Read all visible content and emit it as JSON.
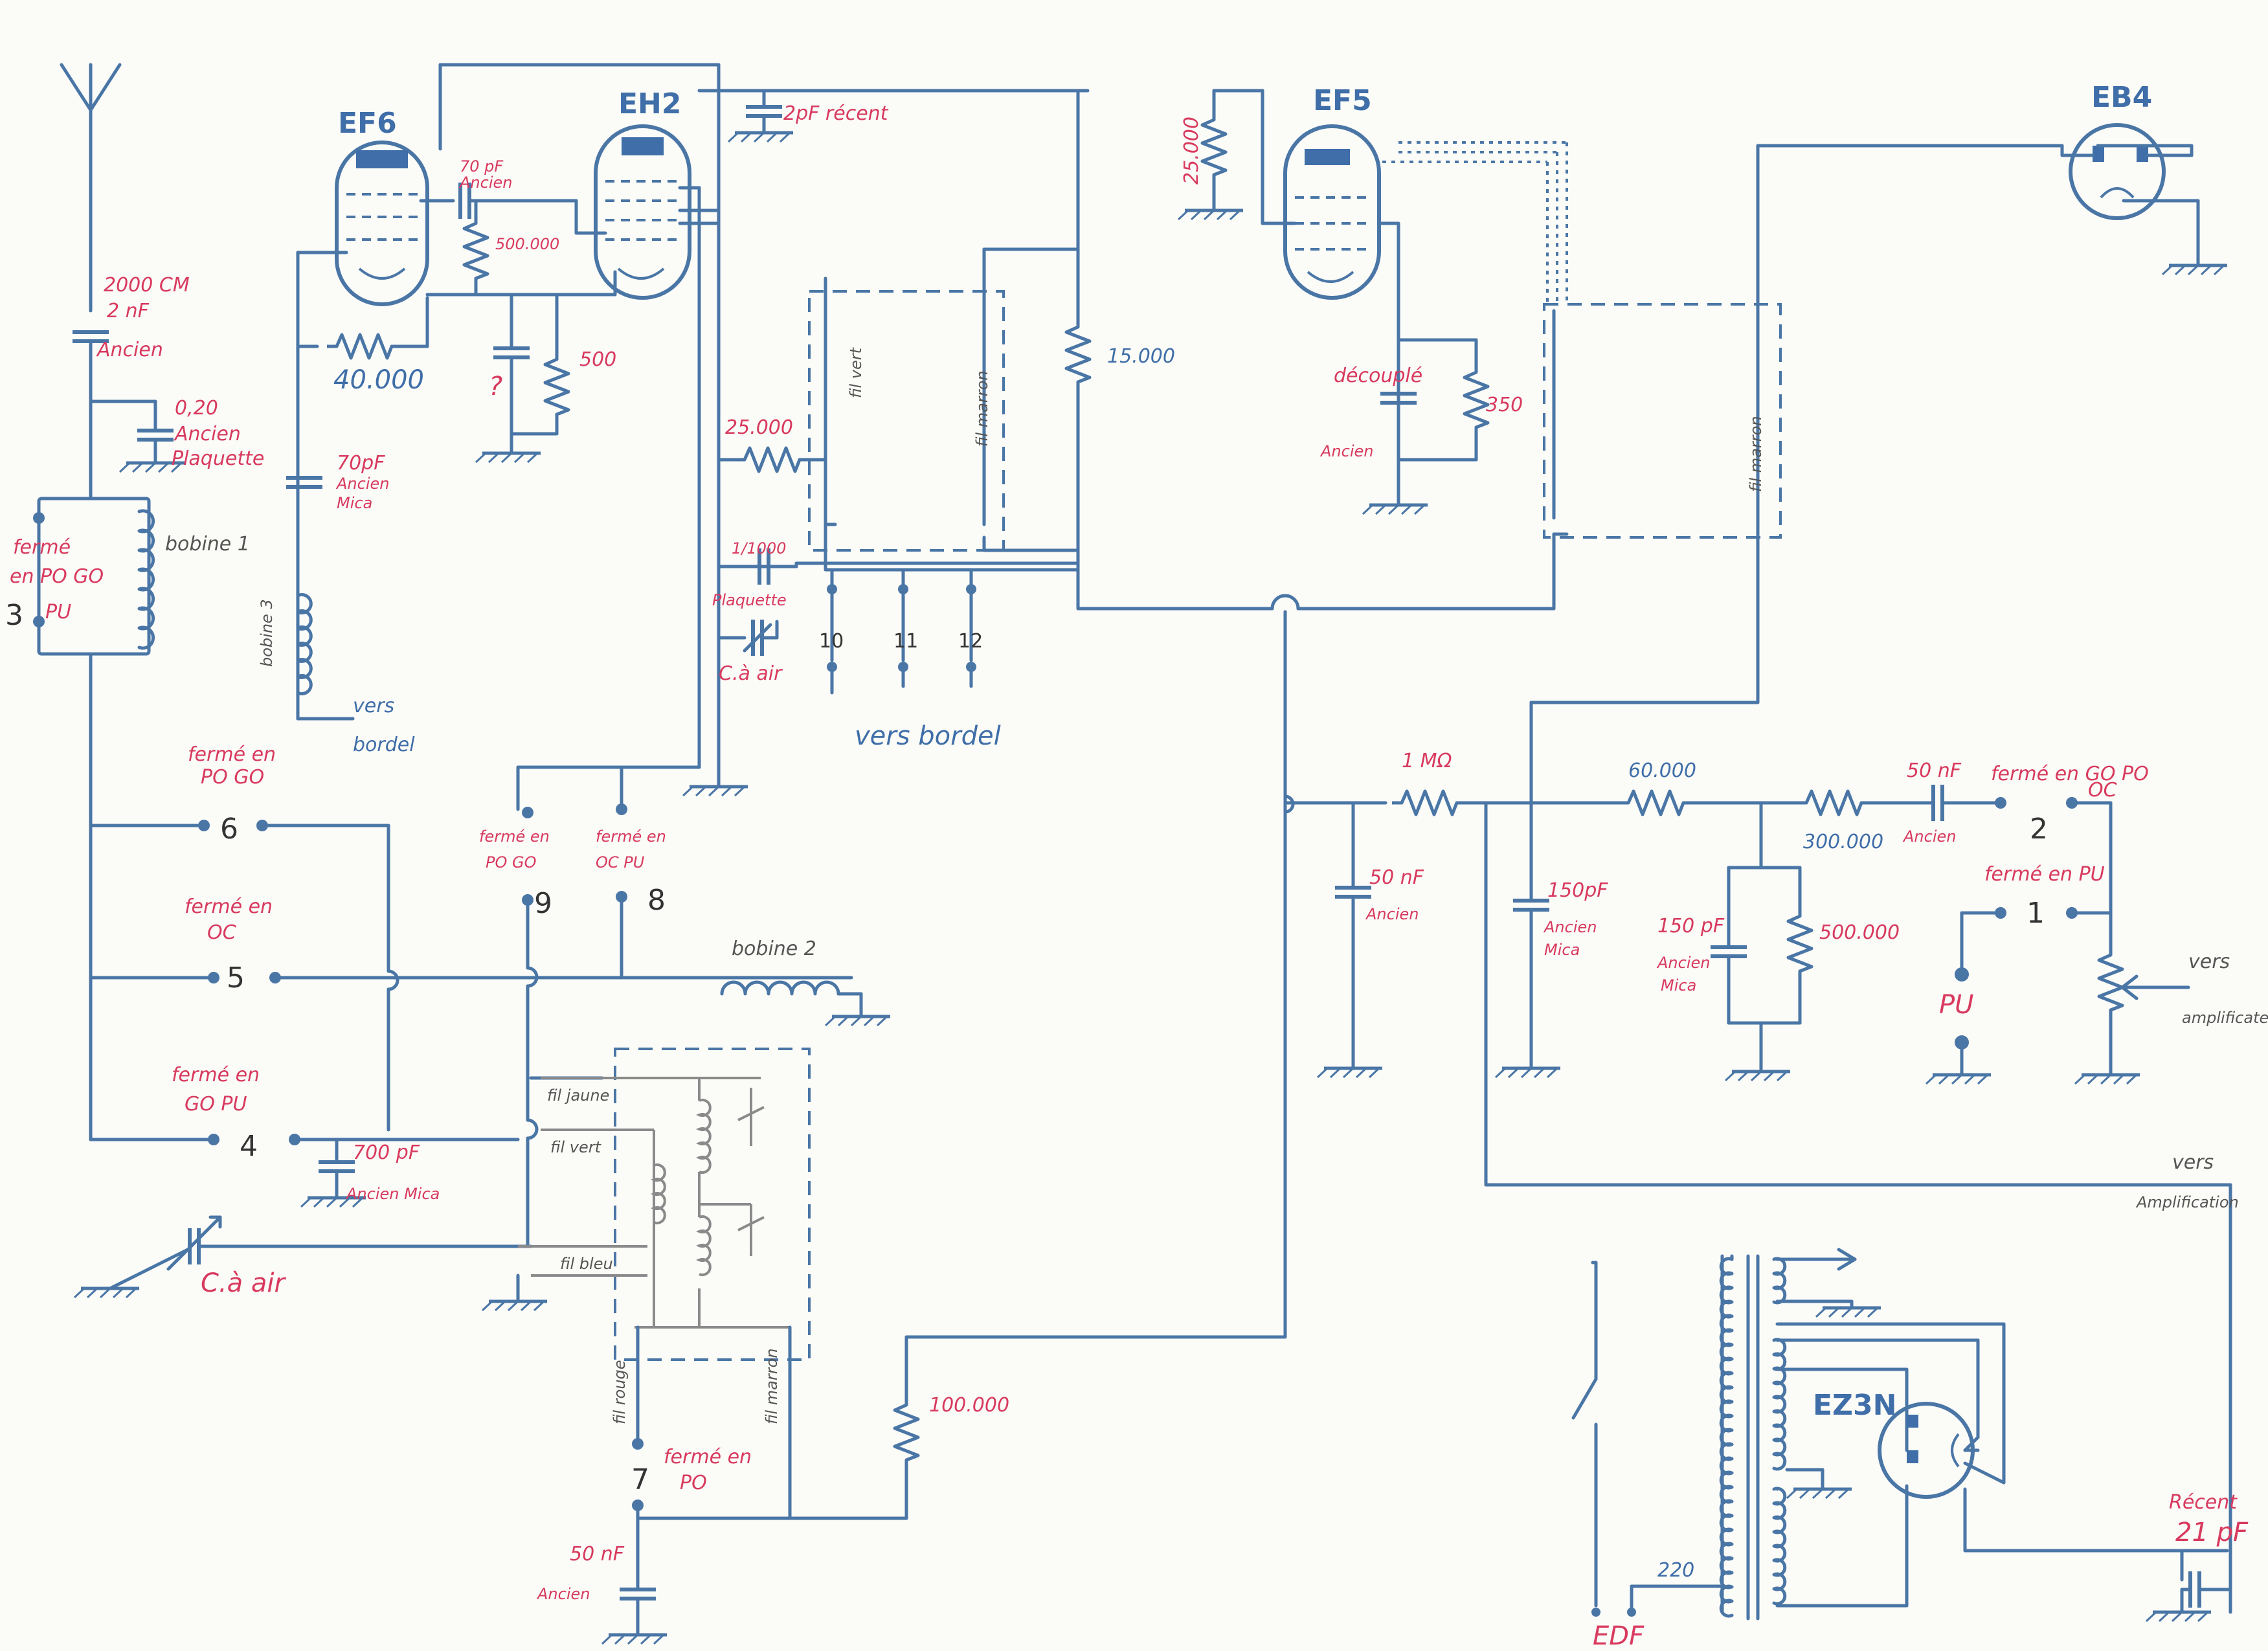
{
  "tubes": {
    "ef6": "EF6",
    "eh2": "EH2",
    "ef5": "EF5",
    "eb4": "EB4",
    "ez3n": "EZ3N"
  },
  "components": {
    "c_2000cm": "2000 CM",
    "c_2nf": "2 nF",
    "c_ancien_1": "Ancien",
    "c_020": "0,20",
    "c_ancien_2": "Ancien",
    "c_plaquette_1": "Plaquette",
    "c_70pf_a": "70 pF",
    "c_70pf_a_ancien": "Ancien",
    "r_500000": "500.000",
    "r_40000": "40.000",
    "c_question": "?",
    "r_500": "500",
    "c_70pf_b": "70pF",
    "c_70pf_b_ancien": "Ancien",
    "c_70pf_b_mica": "Mica",
    "c_2pf": "2pF récent",
    "r_25000_a": "25.000",
    "r_15000": "15.000",
    "r_25000_b": "25.000",
    "c_1_1000": "1/1000",
    "c_plaquette_2": "Plaquette",
    "c_cair_1": "C.à air",
    "c_decouple": "découplé",
    "c_decouple_ancien": "Ancien",
    "r_350": "350",
    "r_1mohm": "1 MΩ",
    "r_60000": "60.000",
    "r_300000": "300.000",
    "c_50nf_a": "50 nF",
    "c_50nf_a_ancien": "Ancien",
    "c_50nf_b": "50 nF",
    "c_50nf_b_ancien": "Ancien",
    "c_150pf_a": "150pF",
    "c_150pf_a_ancien": "Ancien",
    "c_150pf_a_mica": "Mica",
    "c_150pf_b": "150 pF",
    "c_150pf_b_ancien": "Ancien",
    "c_150pf_b_mica": "Mica",
    "r_500000_b": "500.000",
    "c_700pf": "700 pF",
    "c_700pf_ancien_mica": "Ancien Mica",
    "c_cair_2": "C.à air",
    "r_100000": "100.000",
    "c_50nf_c": "50 nF",
    "c_50nf_c_ancien": "Ancien",
    "c_recent": "Récent",
    "c_21pf": "21 pF",
    "v_220": "220",
    "edf": "EDF",
    "pu": "PU"
  },
  "coils": {
    "bobine1": "bobine 1",
    "bobine2": "bobine 2",
    "bobine3": "bobine 3"
  },
  "wires": {
    "vert_a": "fil vert",
    "marron_a": "fil marron",
    "marron_b": "fil marron",
    "jaune": "fil jaune",
    "vert_b": "fil vert",
    "bleu": "fil bleu",
    "rouge": "fil rouge",
    "marron_c": "fil marron"
  },
  "switches": {
    "s1": {
      "num": "1",
      "label": "fermé en PU"
    },
    "s2": {
      "num": "2",
      "label_a": "fermé en GO PO",
      "label_b": "OC"
    },
    "s3": {
      "num": "3",
      "label_a": "fermé",
      "label_b": "en PO GO",
      "label_c": "PU"
    },
    "s4": {
      "num": "4",
      "label_a": "fermé en",
      "label_b": "GO PU"
    },
    "s5": {
      "num": "5",
      "label_a": "fermé en",
      "label_b": "OC"
    },
    "s6": {
      "num": "6",
      "label_a": "fermé en",
      "label_b": "PO GO"
    },
    "s7": {
      "num": "7",
      "label_a": "fermé en",
      "label_b": "PO"
    },
    "s8": {
      "num": "8",
      "label_a": "fermé en",
      "label_b": "OC PU"
    },
    "s9": {
      "num": "9",
      "label_a": "fermé en",
      "label_b": "PO GO"
    }
  },
  "terminals": {
    "t10": "10",
    "t11": "11",
    "t12": "12"
  },
  "notes": {
    "vers_bordel_1a": "vers",
    "vers_bordel_1b": "bordel",
    "vers_bordel_2": "vers bordel",
    "vers_ampli_1a": "vers",
    "vers_ampli_1b": "amplificateur",
    "vers_ampli_2a": "vers",
    "vers_ampli_2b": "Amplification"
  }
}
